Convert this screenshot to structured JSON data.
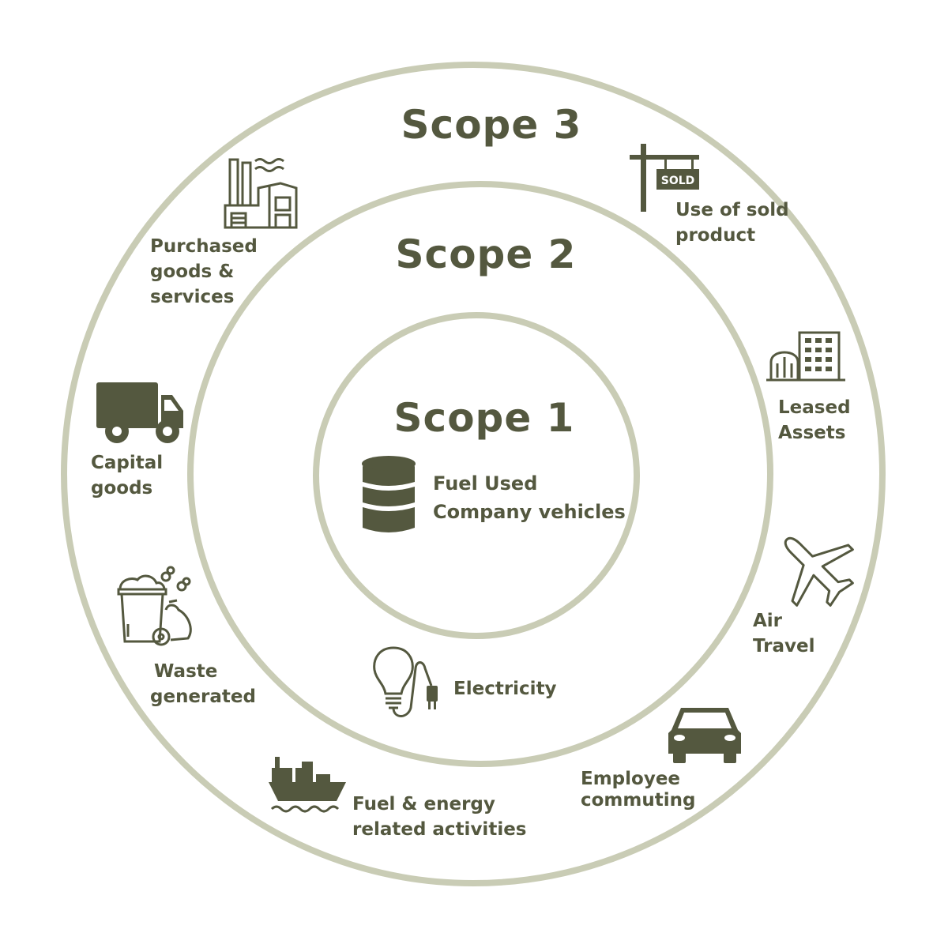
{
  "colors": {
    "ring": "#c9ccb5",
    "text": "#54583f",
    "icon": "#54583f"
  },
  "scopes": {
    "scope3": "Scope 3",
    "scope2": "Scope 2",
    "scope1": "Scope 1"
  },
  "items": {
    "fuel_used": [
      "Fuel Used",
      "Company vehicles"
    ],
    "electricity": [
      "Electricity"
    ],
    "purchased_goods": [
      "Purchased",
      "goods &",
      "services"
    ],
    "use_of_sold_product": [
      "Use of sold",
      "product"
    ],
    "sold_sign_text": "SOLD",
    "leased_assets": [
      "Leased",
      "Assets"
    ],
    "capital_goods": [
      "Capital",
      "goods"
    ],
    "air_travel": [
      "Air",
      "Travel"
    ],
    "waste_generated": [
      "Waste",
      "generated"
    ],
    "employee_commuting": [
      "Employee",
      "commuting"
    ],
    "fuel_energy": [
      "Fuel & energy",
      "related activities"
    ]
  },
  "icons": {
    "fuel_used": "barrel-icon",
    "electricity": "lightbulb-plug-icon",
    "purchased_goods": "factory-icon",
    "use_of_sold_product": "sold-sign-icon",
    "leased_assets": "buildings-icon",
    "capital_goods": "truck-icon",
    "air_travel": "airplane-icon",
    "waste_generated": "waste-bin-icon",
    "employee_commuting": "car-icon",
    "fuel_energy": "ship-icon"
  }
}
